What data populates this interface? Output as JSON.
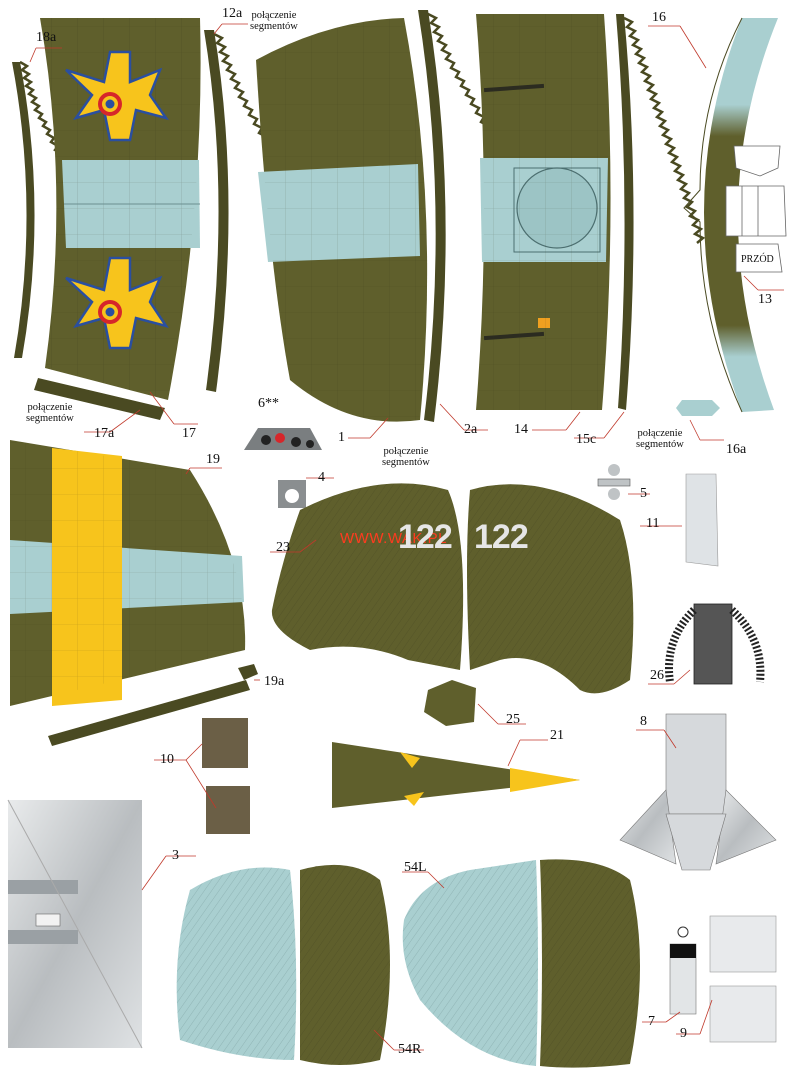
{
  "sheet": {
    "watermark": "WWW.WAK.PL",
    "tail_number_left": "122",
    "tail_number_right": "122",
    "front_label": "PRZÓD",
    "segment_note_line1": "połączenie",
    "segment_note_line2": "segmentów"
  },
  "colors": {
    "olive": "#5f5f2c",
    "olive_dark": "#4a4a22",
    "light_blue": "#a9cfd0",
    "yellow": "#f7c41c",
    "roundel_red": "#d6262a",
    "roundel_blue": "#2a4fa0",
    "grey_interior": "#c8cbcd",
    "leader_red": "#c0392b"
  },
  "parts": [
    {
      "id": "18a",
      "label": "18a"
    },
    {
      "id": "12a",
      "label": "12a"
    },
    {
      "id": "16",
      "label": "16"
    },
    {
      "id": "13",
      "label": "13"
    },
    {
      "id": "17a",
      "label": "17a"
    },
    {
      "id": "17",
      "label": "17"
    },
    {
      "id": "6",
      "label": "6**"
    },
    {
      "id": "1",
      "label": "1"
    },
    {
      "id": "2a",
      "label": "2a"
    },
    {
      "id": "14",
      "label": "14"
    },
    {
      "id": "15c",
      "label": "15c"
    },
    {
      "id": "16a",
      "label": "16a"
    },
    {
      "id": "19",
      "label": "19"
    },
    {
      "id": "4",
      "label": "4"
    },
    {
      "id": "5",
      "label": "5"
    },
    {
      "id": "11",
      "label": "11"
    },
    {
      "id": "23",
      "label": "23"
    },
    {
      "id": "26",
      "label": "26"
    },
    {
      "id": "19a",
      "label": "19a"
    },
    {
      "id": "25",
      "label": "25"
    },
    {
      "id": "8",
      "label": "8"
    },
    {
      "id": "10",
      "label": "10"
    },
    {
      "id": "21",
      "label": "21"
    },
    {
      "id": "3",
      "label": "3"
    },
    {
      "id": "54L",
      "label": "54L"
    },
    {
      "id": "54R",
      "label": "54R"
    },
    {
      "id": "7",
      "label": "7"
    },
    {
      "id": "9",
      "label": "9"
    }
  ]
}
